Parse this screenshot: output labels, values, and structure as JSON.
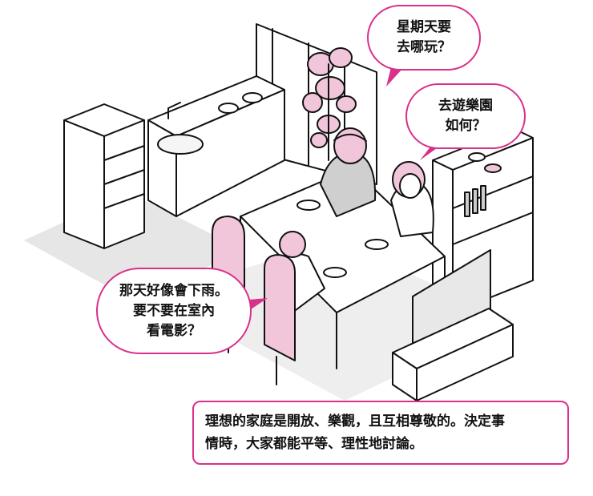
{
  "colors": {
    "accent": "#d9308a",
    "pink_fill": "#f2c6da",
    "floor_gray": "#e6e6e6",
    "ink": "#111111"
  },
  "bubbles": {
    "top": {
      "lines": [
        "星期天要",
        "去哪玩？"
      ]
    },
    "right": {
      "lines": [
        "去遊樂園",
        "如何？"
      ]
    },
    "left": {
      "lines": [
        "那天好像會下雨。",
        "要不要在室內",
        "看電影？"
      ]
    }
  },
  "caption": {
    "lines": [
      "理想的家庭是開放、樂觀，且互相尊敬的。決定事",
      "情時，大家都能平等、理性地討論。"
    ]
  }
}
